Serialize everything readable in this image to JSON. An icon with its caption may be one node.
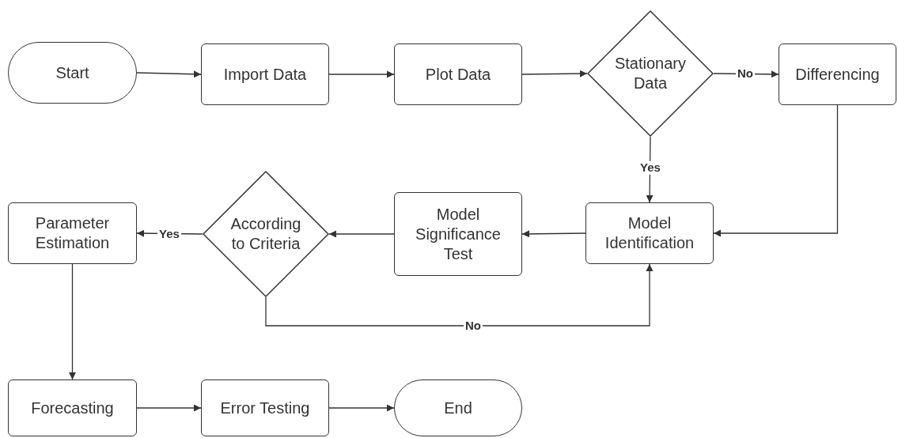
{
  "diagram": {
    "nodes": [
      {
        "text": [
          "Start"
        ]
      },
      {
        "text": [
          "Import Data"
        ]
      },
      {
        "text": [
          "Plot Data"
        ]
      },
      {
        "text": [
          "Stationary Data"
        ]
      },
      {
        "text": [
          "Differencing"
        ]
      },
      {
        "text": [
          "Model Identification"
        ]
      },
      {
        "text": [
          "Model Significance Test"
        ]
      },
      {
        "text": [
          "According to Criteria"
        ]
      },
      {
        "text": [
          "Parameter Estimation"
        ]
      },
      {
        "text": [
          "Forecasting"
        ]
      },
      {
        "text": [
          "Error Testing"
        ]
      },
      {
        "text": [
          "End"
        ]
      }
    ],
    "edges": [
      {
        "from": 0,
        "to": 1,
        "arrow": "to"
      },
      {
        "from": 1,
        "to": 2,
        "arrow": "to"
      },
      {
        "from": 2,
        "to": 3,
        "arrow": "to"
      },
      {
        "from": 3,
        "to": 4,
        "arrow": "to",
        "label": "No"
      },
      {
        "from": 3,
        "to": 5,
        "arrow": "to",
        "label": "Yes"
      },
      {
        "from": 4,
        "to": 5,
        "arrow": "to"
      },
      {
        "from": 5,
        "to": 6,
        "arrow": "to"
      },
      {
        "from": 6,
        "to": 7,
        "arrow": "to"
      },
      {
        "from": 7,
        "to": 8,
        "arrow": "to",
        "label": "Yes"
      },
      {
        "from": 7,
        "to": 5,
        "arrow": "to",
        "label": "No"
      },
      {
        "from": 8,
        "to": 9,
        "arrow": "to"
      },
      {
        "from": 9,
        "to": 10,
        "arrow": "to"
      },
      {
        "from": 10,
        "to": 11,
        "arrow": "to"
      }
    ]
  }
}
